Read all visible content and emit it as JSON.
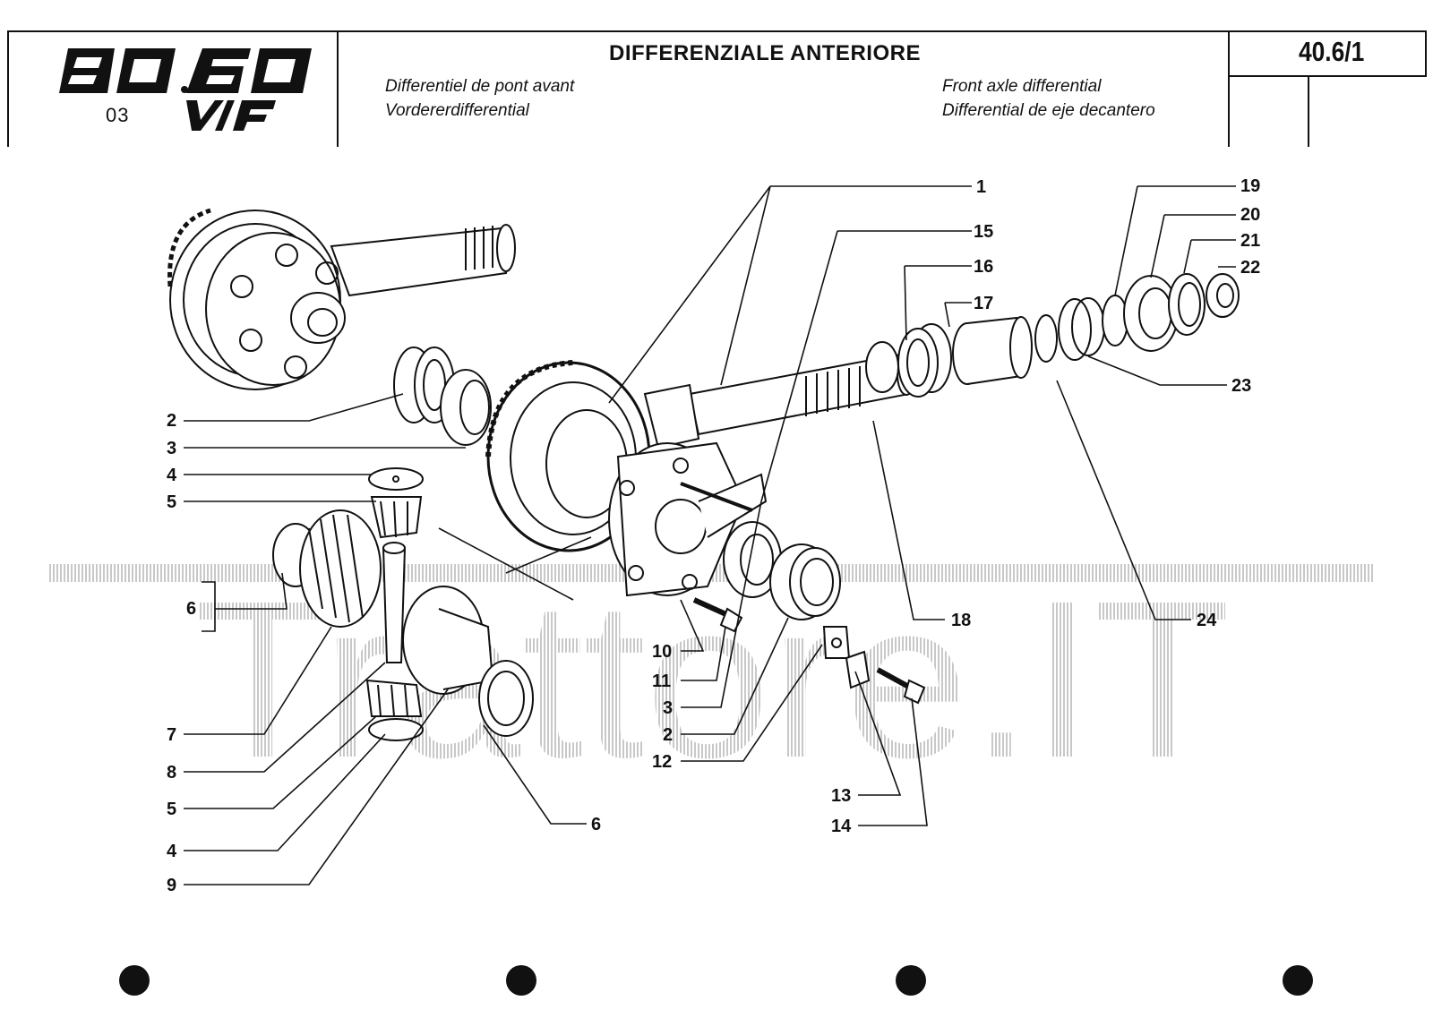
{
  "header": {
    "model_logo_text": "80.60 V/F",
    "model_code": "03",
    "title": "DIFFERENZIALE ANTERIORE",
    "subtitle_fr": "Differentiel de pont avant",
    "subtitle_de": "Vordererdifferential",
    "subtitle_en": "Front axle differential",
    "subtitle_es": "Differential de eje decantero",
    "page_number": "40.6/1"
  },
  "watermark_text": "Trattore.IT",
  "callouts": {
    "c1": "1",
    "c15": "15",
    "c16": "16",
    "c17": "17",
    "c19": "19",
    "c20": "20",
    "c21": "21",
    "c22": "22",
    "c23": "23",
    "c2a": "2",
    "c3a": "3",
    "c4a": "4",
    "c5a": "5",
    "c6a": "6",
    "c7": "7",
    "c8": "8",
    "c5b": "5",
    "c4b": "4",
    "c9": "9",
    "c6b": "6",
    "c10": "10",
    "c11": "11",
    "c3b": "3",
    "c2b": "2",
    "c12": "12",
    "c13": "13",
    "c14": "14",
    "c18": "18",
    "c24": "24"
  }
}
